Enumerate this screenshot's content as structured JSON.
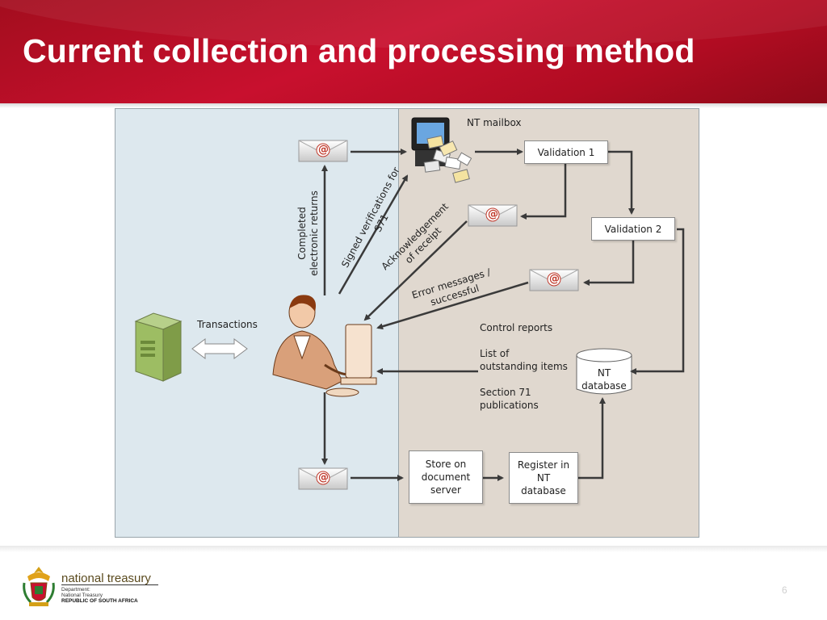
{
  "slide": {
    "title": "Current collection and processing method",
    "page_number": "6"
  },
  "diagram": {
    "nt_mailbox": "NT mailbox",
    "validation_1": "Validation 1",
    "validation_2": "Validation 2",
    "transactions": "Transactions",
    "completed_returns": [
      "Completed",
      "electronic returns"
    ],
    "signed_verifications": [
      "Signed verifications for",
      "S71"
    ],
    "acknowledgement": [
      "Acknowledgement",
      "of receipt"
    ],
    "error_messages": [
      "Error messages /",
      "successful"
    ],
    "control_reports": "Control reports",
    "outstanding_items": [
      "List of",
      "outstanding items"
    ],
    "section71": [
      "Section 71",
      "publications"
    ],
    "nt_database": [
      "NT",
      "database"
    ],
    "store_on_server": [
      "Store on",
      "document",
      "server"
    ],
    "register_nt_db": [
      "Register in NT",
      "database"
    ],
    "email_symbol": "@"
  },
  "footer": {
    "brand": "national treasury",
    "dept_line1": "Department:",
    "dept_line2": "National Treasury",
    "dept_line3": "REPUBLIC OF SOUTH AFRICA"
  },
  "colors": {
    "header_red": "#c8102e",
    "left_panel": "#dde8ee",
    "right_panel": "#e0d8cf"
  }
}
